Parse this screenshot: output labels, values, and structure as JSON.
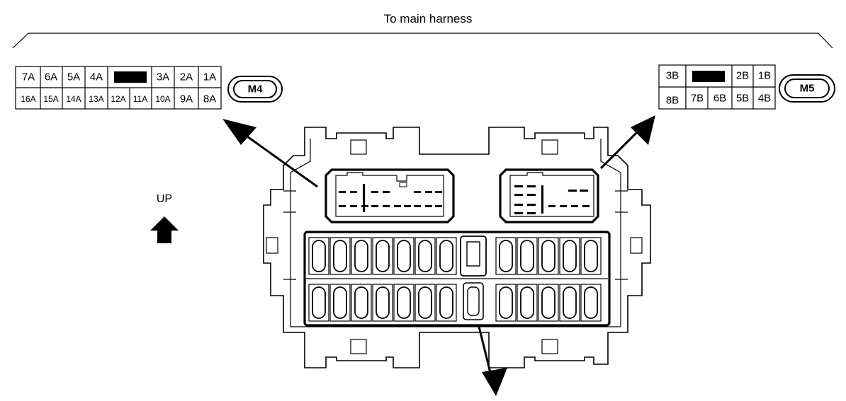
{
  "harness_label": "To main harness",
  "direction_label": "UP",
  "connector_m4": {
    "badge": "M4",
    "top_row": [
      "7A",
      "6A",
      "5A",
      "4A",
      "",
      "3A",
      "2A",
      "1A"
    ],
    "bottom_row": [
      "16A",
      "15A",
      "14A",
      "13A",
      "12A",
      "11A",
      "10A",
      "9A",
      "8A"
    ]
  },
  "connector_m5": {
    "badge": "M5",
    "top_row": [
      "3B",
      "",
      "2B",
      "1B"
    ],
    "bottom_row": [
      "8B",
      "7B",
      "6B",
      "5B",
      "4B"
    ]
  }
}
